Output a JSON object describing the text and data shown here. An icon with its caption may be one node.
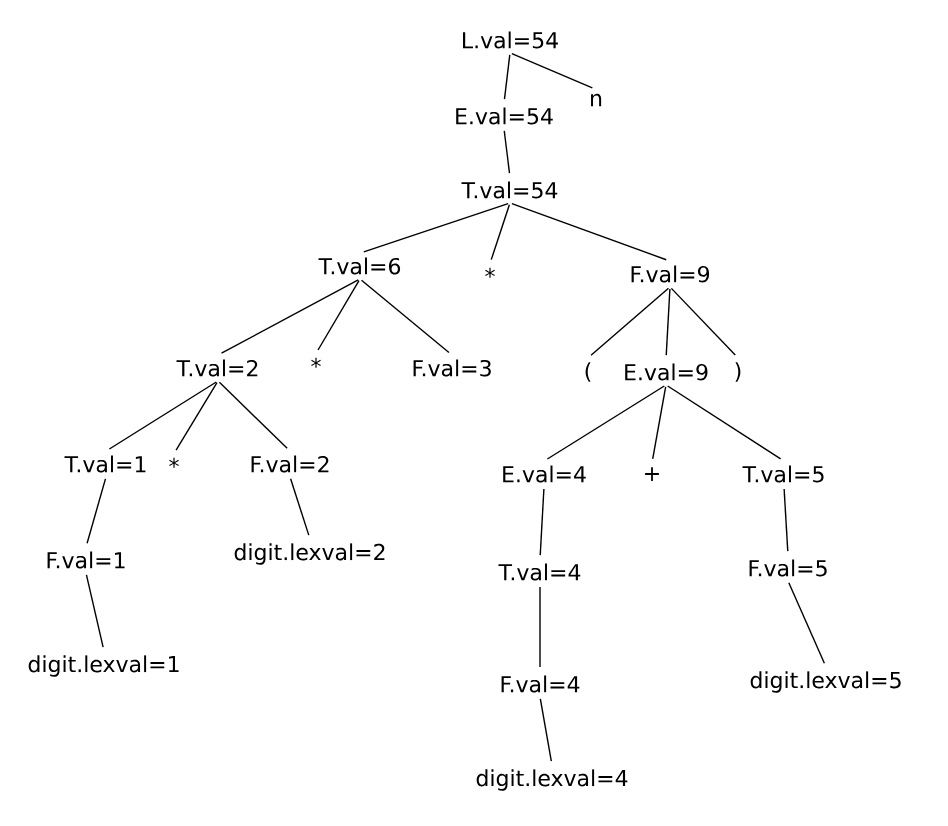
{
  "diagram": {
    "nodes": [
      {
        "text": [
          "L.val=54"
        ]
      },
      {
        "text": [
          "E.val=54"
        ]
      },
      {
        "text": [
          "n"
        ]
      },
      {
        "text": [
          "T.val=54"
        ]
      },
      {
        "text": [
          "T.val=6"
        ]
      },
      {
        "text": [
          "*"
        ]
      },
      {
        "text": [
          "F.val=9"
        ]
      },
      {
        "text": [
          "T.val=2"
        ]
      },
      {
        "text": [
          "*"
        ]
      },
      {
        "text": [
          "F.val=3"
        ]
      },
      {
        "text": [
          "("
        ]
      },
      {
        "text": [
          "E.val=9"
        ]
      },
      {
        "text": [
          ")"
        ]
      },
      {
        "text": [
          "T.val=1"
        ]
      },
      {
        "text": [
          "*"
        ]
      },
      {
        "text": [
          "F.val=2"
        ]
      },
      {
        "text": [
          "E.val=4"
        ]
      },
      {
        "text": [
          "+"
        ]
      },
      {
        "text": [
          "T.val=5"
        ]
      },
      {
        "text": [
          "F.val=1"
        ]
      },
      {
        "text": [
          "digit.lexval=2"
        ]
      },
      {
        "text": [
          "T.val=4"
        ]
      },
      {
        "text": [
          "F.val=5"
        ]
      },
      {
        "text": [
          "digit.lexval=1"
        ]
      },
      {
        "text": [
          "F.val=4"
        ]
      },
      {
        "text": [
          "digit.lexval=5"
        ]
      },
      {
        "text": [
          "digit.lexval=4"
        ]
      }
    ],
    "edges": [
      {
        "from": 0,
        "to": 1,
        "arrow": "none"
      },
      {
        "from": 0,
        "to": 2,
        "arrow": "none"
      },
      {
        "from": 1,
        "to": 3,
        "arrow": "none"
      },
      {
        "from": 3,
        "to": 4,
        "arrow": "none"
      },
      {
        "from": 3,
        "to": 5,
        "arrow": "none"
      },
      {
        "from": 3,
        "to": 6,
        "arrow": "none"
      },
      {
        "from": 4,
        "to": 7,
        "arrow": "none"
      },
      {
        "from": 4,
        "to": 8,
        "arrow": "none"
      },
      {
        "from": 4,
        "to": 9,
        "arrow": "none"
      },
      {
        "from": 6,
        "to": 10,
        "arrow": "none"
      },
      {
        "from": 6,
        "to": 11,
        "arrow": "none"
      },
      {
        "from": 6,
        "to": 12,
        "arrow": "none"
      },
      {
        "from": 7,
        "to": 13,
        "arrow": "none"
      },
      {
        "from": 7,
        "to": 14,
        "arrow": "none"
      },
      {
        "from": 7,
        "to": 15,
        "arrow": "none"
      },
      {
        "from": 11,
        "to": 16,
        "arrow": "none"
      },
      {
        "from": 11,
        "to": 17,
        "arrow": "none"
      },
      {
        "from": 11,
        "to": 18,
        "arrow": "none"
      },
      {
        "from": 13,
        "to": 19,
        "arrow": "none"
      },
      {
        "from": 15,
        "to": 20,
        "arrow": "none"
      },
      {
        "from": 16,
        "to": 21,
        "arrow": "none"
      },
      {
        "from": 18,
        "to": 22,
        "arrow": "none"
      },
      {
        "from": 19,
        "to": 23,
        "arrow": "none"
      },
      {
        "from": 21,
        "to": 24,
        "arrow": "none"
      },
      {
        "from": 22,
        "to": 25,
        "arrow": "none"
      },
      {
        "from": 24,
        "to": 26,
        "arrow": "none"
      }
    ]
  }
}
